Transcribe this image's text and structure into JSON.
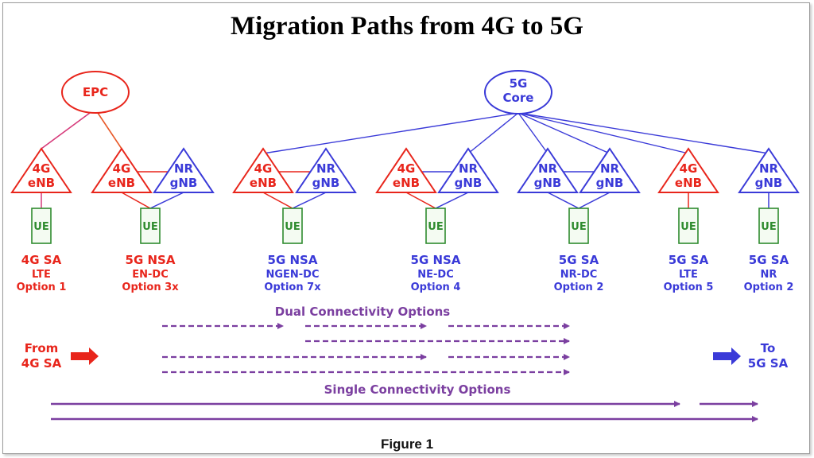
{
  "title": "Migration Paths from 4G to 5G",
  "figure_caption": "Figure 1",
  "cores": {
    "epc": {
      "label": "EPC",
      "color": "#e8251b"
    },
    "core5g": {
      "line1": "5G",
      "line2": "Core",
      "color": "#3a3ad8"
    }
  },
  "node_labels": {
    "enb": {
      "line1": "4G",
      "line2": "eNB"
    },
    "gnb": {
      "line1": "NR",
      "line2": "gNB"
    },
    "ue": "UE"
  },
  "options": [
    {
      "l1": "4G SA",
      "l2": "LTE",
      "l3": "Option 1",
      "color": "red"
    },
    {
      "l1": "5G NSA",
      "l2": "EN-DC",
      "l3": "Option 3x",
      "color": "red"
    },
    {
      "l1": "5G NSA",
      "l2": "NGEN-DC",
      "l3": "Option 7x",
      "color": "blue"
    },
    {
      "l1": "5G NSA",
      "l2": "NE-DC",
      "l3": "Option 4",
      "color": "blue"
    },
    {
      "l1": "5G SA",
      "l2": "NR-DC",
      "l3": "Option 2",
      "color": "blue"
    },
    {
      "l1": "5G SA",
      "l2": "LTE",
      "l3": "Option 5",
      "color": "blue"
    },
    {
      "l1": "5G SA",
      "l2": "NR",
      "l3": "Option 2",
      "color": "blue"
    }
  ],
  "dual_connectivity_label": "Dual Connectivity Options",
  "single_connectivity_label": "Single Connectivity Options",
  "from": {
    "line1": "From",
    "line2": "4G SA"
  },
  "to": {
    "line1": "To",
    "line2": "5G SA"
  },
  "colors": {
    "red": "#e8251b",
    "blue": "#3a3ad8",
    "green": "#2e8b2e",
    "purple": "#7b3fa0",
    "pink_link": "#d63a7a",
    "ue_fill": "#f4fbf2"
  }
}
